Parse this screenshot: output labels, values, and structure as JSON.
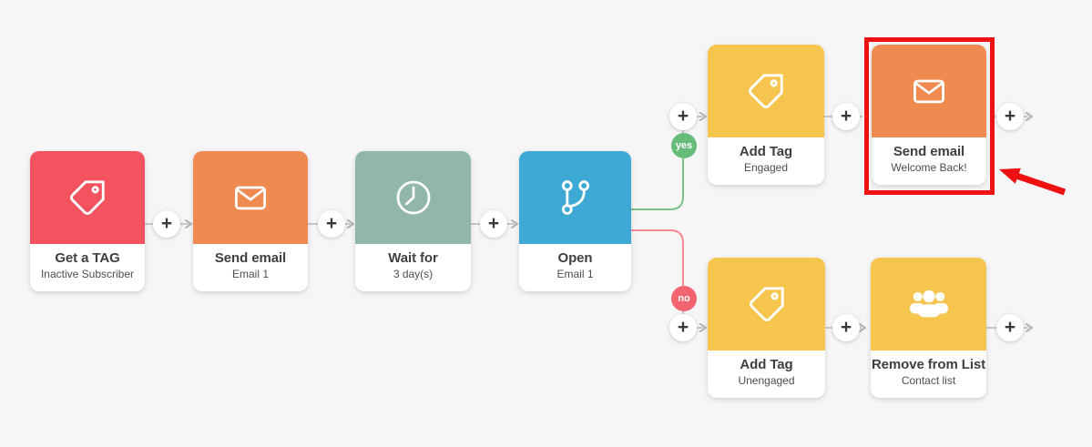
{
  "app": {
    "view": "email-automation-workflow"
  },
  "colors": {
    "canvas_bg": "#f6f6f7",
    "connector": "#c9c9c9",
    "arrowhead": "#b3b3b3",
    "yes_badge": "#68bc79",
    "yes_line": "#79c287",
    "no_badge": "#f2646e",
    "no_line": "#f48b93",
    "annotation": "#ed1111",
    "title": "#3f3f3f",
    "subtitle": "#4d4d4d",
    "plus_glyph": "#3a3a3a",
    "node_red": "#f2535e",
    "node_orange": "#ef8a50",
    "node_teal": "#90b7a8",
    "node_blue": "#3ea9d4",
    "node_yellow": "#f6c54e"
  },
  "icons": {
    "plus": "+"
  },
  "nodes": [
    {
      "title": "Get a TAG",
      "subtitle": "Inactive Subscriber",
      "icon": "tag-icon",
      "color": "#f2535e"
    },
    {
      "title": "Send email",
      "subtitle": "Email 1",
      "icon": "envelope-icon",
      "color": "#ef8a50"
    },
    {
      "title": "Wait for",
      "subtitle": "3 day(s)",
      "icon": "clock-icon",
      "color": "#90b7a8"
    },
    {
      "title": "Open",
      "subtitle": "Email 1",
      "icon": "branch-icon",
      "color": "#3ea9d4"
    },
    {
      "title": "Add Tag",
      "subtitle": "Engaged",
      "icon": "tag-icon",
      "color": "#f6c54e"
    },
    {
      "title": "Send email",
      "subtitle": "Welcome Back!",
      "icon": "envelope-icon",
      "color": "#ef8a50",
      "highlighted": true
    },
    {
      "title": "Add Tag",
      "subtitle": "Unengaged",
      "icon": "tag-icon",
      "color": "#f6c54e"
    },
    {
      "title": "Remove from List",
      "subtitle": "Contact list",
      "icon": "people-icon",
      "color": "#f6c54e"
    }
  ],
  "branches": {
    "yes_label": "yes",
    "no_label": "no"
  }
}
